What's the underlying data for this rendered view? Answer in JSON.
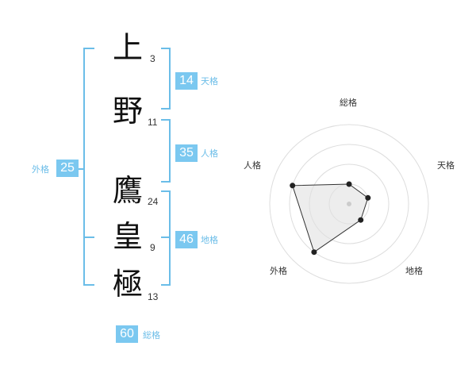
{
  "name": {
    "chars": [
      {
        "char": "上",
        "strokes": "3"
      },
      {
        "char": "野",
        "strokes": "11"
      },
      {
        "char": "鷹",
        "strokes": "24"
      },
      {
        "char": "皇",
        "strokes": "9"
      },
      {
        "char": "極",
        "strokes": "13"
      }
    ]
  },
  "kaku": {
    "tenkaku": {
      "value": "14",
      "label": "天格"
    },
    "jinkaku": {
      "value": "35",
      "label": "人格"
    },
    "chikaku": {
      "value": "46",
      "label": "地格"
    },
    "gaikaku": {
      "value": "25",
      "label": "外格"
    },
    "soukaku": {
      "value": "60",
      "label": "総格"
    }
  },
  "colors": {
    "accent": "#7bc8f0",
    "line": "#6bbde8"
  },
  "chart_data": {
    "type": "radar",
    "axes": [
      "総格",
      "天格",
      "地格",
      "外格",
      "人格"
    ],
    "values": [
      1,
      1,
      1,
      3,
      3
    ],
    "max": 4,
    "rings": 4,
    "grid": true
  }
}
